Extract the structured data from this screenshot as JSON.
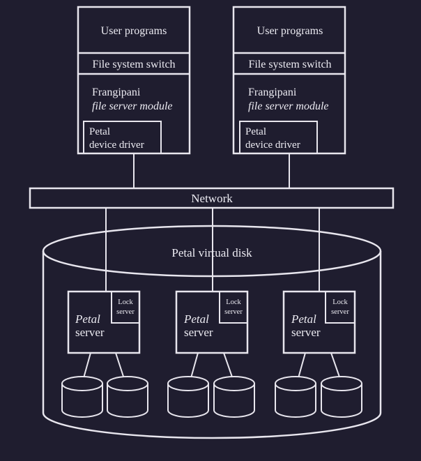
{
  "diagram": {
    "clients": [
      {
        "user_programs": "User programs",
        "fs_switch": "File system switch",
        "frangipani_line1": "Frangipani",
        "frangipani_line2": "file server module",
        "driver_line1": "Petal",
        "driver_line2": "device driver"
      },
      {
        "user_programs": "User programs",
        "fs_switch": "File system switch",
        "frangipani_line1": "Frangipani",
        "frangipani_line2": "file server module",
        "driver_line1": "Petal",
        "driver_line2": "device driver"
      }
    ],
    "network_label": "Network",
    "virtual_disk_label": "Petal virtual disk",
    "servers": [
      {
        "line1": "Petal",
        "line2": "server",
        "lock_line1": "Lock",
        "lock_line2": "server"
      },
      {
        "line1": "Petal",
        "line2": "server",
        "lock_line1": "Lock",
        "lock_line2": "server"
      },
      {
        "line1": "Petal",
        "line2": "server",
        "lock_line1": "Lock",
        "lock_line2": "server"
      }
    ],
    "colors": {
      "background": "#1f1d2f",
      "ink": "#e8e6ee"
    }
  }
}
